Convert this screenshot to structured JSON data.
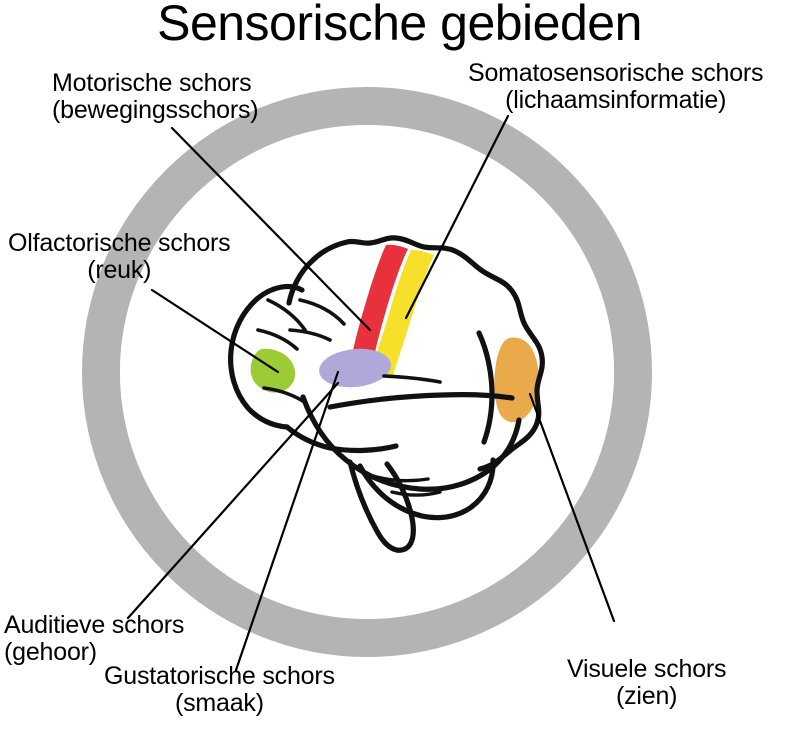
{
  "title": "Sensorische gebieden",
  "diagram": {
    "subject": "brain-lateral-view",
    "colors": {
      "ring": "#b4b4b4",
      "background": "#ffffff",
      "outline": "#111111",
      "motor_red": "#e8313c",
      "somatosensory_yellow": "#f7e029",
      "olfactory_green": "#9ccb35",
      "auditory_purple": "#b0a8d8",
      "visual_orange": "#eaa94a",
      "leader_line": "#000000"
    }
  },
  "labels": {
    "motor": {
      "line1": "Motorische schors",
      "line2": "(bewegingsschors)",
      "region_color": "#e8313c"
    },
    "somatosensory": {
      "line1": "Somatosensorische schors",
      "line2": "(lichaamsinformatie)",
      "region_color": "#f7e029"
    },
    "olfactory": {
      "line1": "Olfactorische schors",
      "line2": "(reuk)",
      "region_color": "#9ccb35"
    },
    "auditory": {
      "line1": "Auditieve schors",
      "line2": "(gehoor)",
      "region_color": "#b0a8d8"
    },
    "gustatory": {
      "line1": "Gustatorische schors",
      "line2": "(smaak)",
      "region_color": "#b0a8d8"
    },
    "visual": {
      "line1": "Visuele schors",
      "line2": "(zien)",
      "region_color": "#eaa94a"
    }
  }
}
